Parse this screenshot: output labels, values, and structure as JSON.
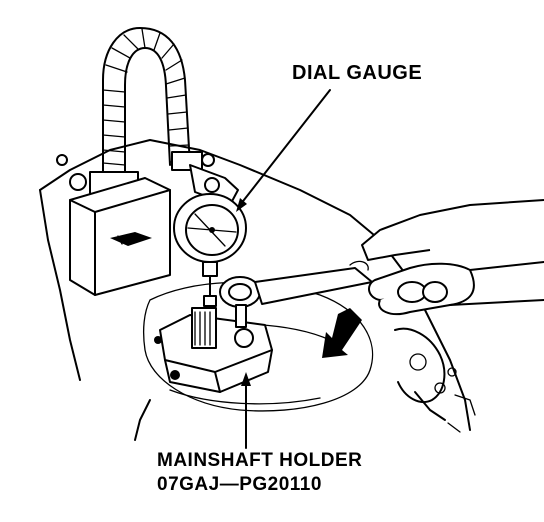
{
  "labels": {
    "dial_gauge": "DIAL GAUGE",
    "holder_name": "MAINSHAFT HOLDER",
    "holder_part_number": "07GAJ—PG20110"
  },
  "icons": [
    "dial-gauge-icon",
    "magnetic-base-icon",
    "wrench-icon",
    "hand-icon",
    "arrow-icon"
  ],
  "colors": {
    "ink": "#000000",
    "paper": "#ffffff"
  }
}
